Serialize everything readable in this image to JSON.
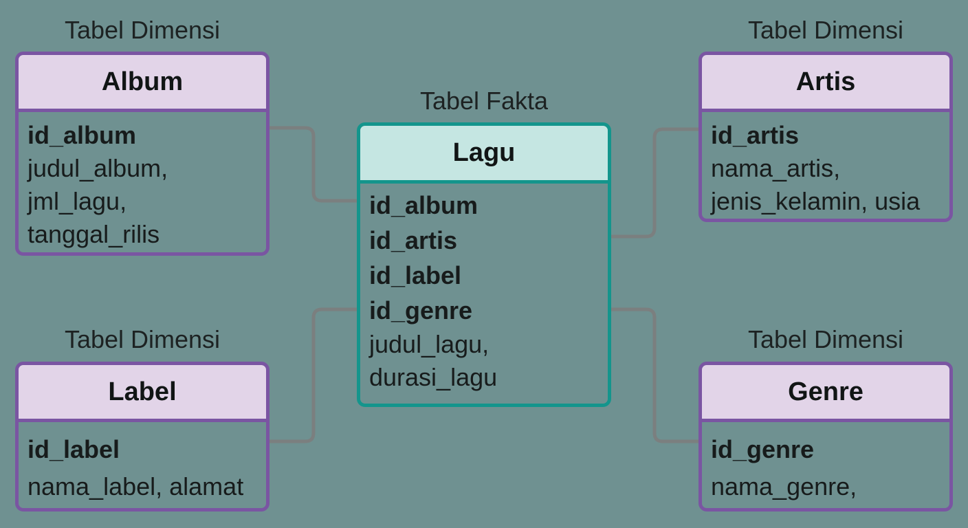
{
  "diagram": {
    "fact_caption": "Tabel Fakta",
    "dimension_caption": "Tabel Dimensi",
    "fact_table": {
      "name": "Lagu",
      "keys": [
        "id_album",
        "id_artis",
        "id_label",
        "id_genre"
      ],
      "attributes": [
        "judul_lagu,",
        "durasi_lagu"
      ]
    },
    "dimensions": {
      "album": {
        "name": "Album",
        "key": "id_album",
        "attributes": [
          "judul_album,",
          "jml_lagu,",
          "tanggal_rilis"
        ]
      },
      "artis": {
        "name": "Artis",
        "key": "id_artis",
        "attributes": [
          "nama_artis,",
          "jenis_kelamin, usia"
        ]
      },
      "label": {
        "name": "Label",
        "key": "id_label",
        "attributes": [
          "nama_label, alamat"
        ]
      },
      "genre": {
        "name": "Genre",
        "key": "id_genre",
        "attributes": [
          "nama_genre,"
        ]
      }
    },
    "colors": {
      "background": "#6f9191",
      "dimension_border": "#7a55a2",
      "dimension_header": "#e2d4e8",
      "fact_border": "#14958c",
      "fact_header": "#c5e6e2",
      "connector": "#7b7f7f"
    }
  }
}
